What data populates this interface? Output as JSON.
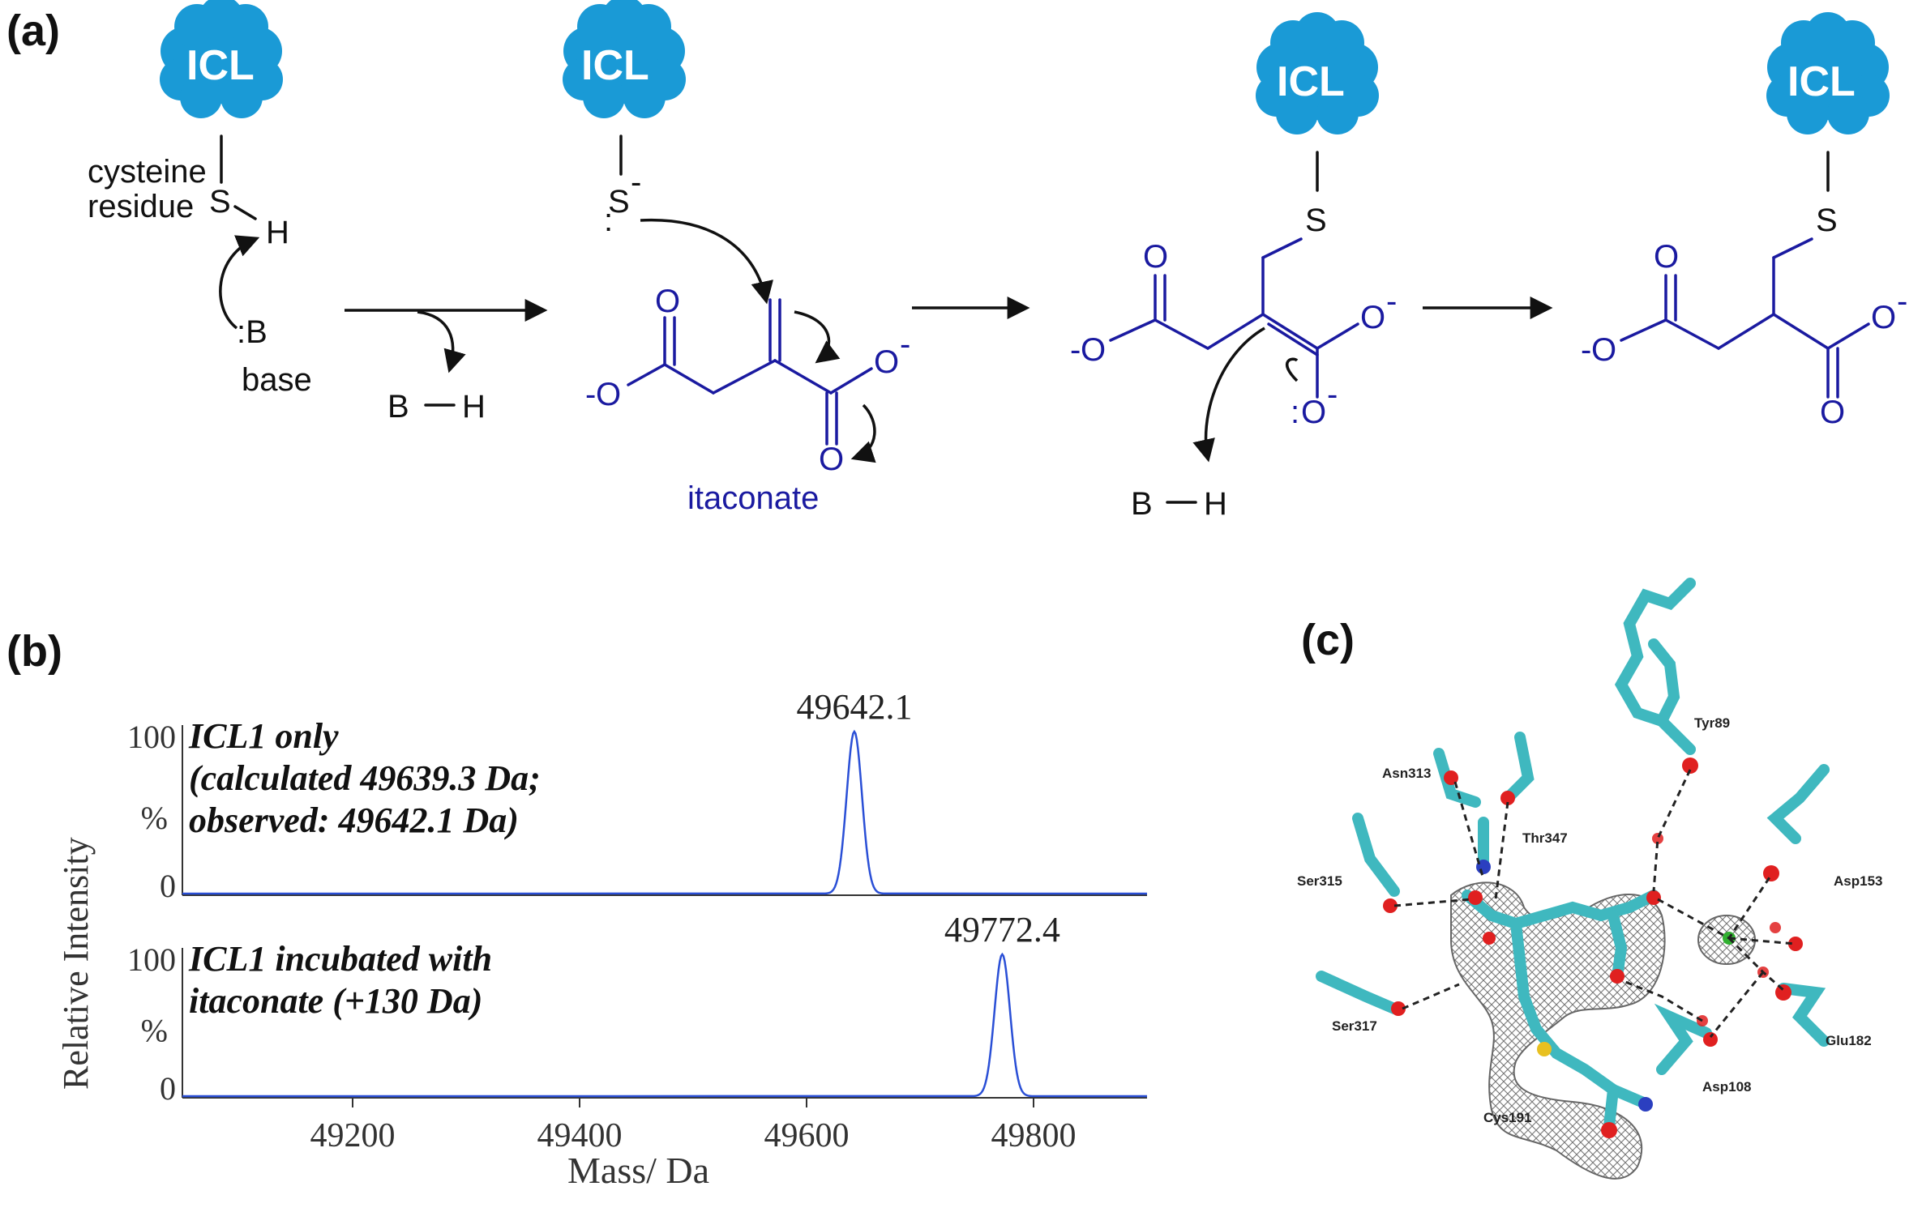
{
  "panels": {
    "a": "(a)",
    "b": "(b)",
    "c": "(c)"
  },
  "scheme": {
    "enzyme": "ICL",
    "cysteine_label_1": "cysteine",
    "cysteine_label_2": "residue",
    "base_label": "base",
    "base_symbol": ":B",
    "bh": "B",
    "h": "H",
    "s": "S",
    "o": "O",
    "neg": "-",
    "itaconate": "itaconate",
    "lone_pair": ":",
    "colors": {
      "cloud": "#1a9ad6",
      "substrate": "#1a1aa0",
      "text": "#111111"
    }
  },
  "chart_data": [
    {
      "type": "line",
      "xlabel": "Mass/ Da",
      "ylabel": "Relative Intensity",
      "x_ticks": [
        49200,
        49400,
        49600,
        49800
      ],
      "xlim": [
        49050,
        49900
      ],
      "series": [
        {
          "annotation_1": "ICL1 only",
          "annotation_2": "(calculated 49639.3 Da;",
          "annotation_3": "observed: 49642.1 Da)",
          "peak_label": "49642.1",
          "peak_x": 49642.1,
          "peak_y": 100,
          "y_ticks": [
            "100",
            "%",
            "0"
          ]
        },
        {
          "annotation_1": "ICL1 incubated with",
          "annotation_2": "itaconate (+130 Da)",
          "peak_label": "49772.4",
          "peak_x": 49772.4,
          "peak_y": 100,
          "y_ticks": [
            "100",
            "%",
            "0"
          ]
        }
      ],
      "color": "#2a4fd6"
    }
  ],
  "structure": {
    "residues": [
      "Tyr89",
      "Asn313",
      "Thr347",
      "Asp153",
      "Ser315",
      "Ser317",
      "Glu182",
      "Asp108",
      "Cys191"
    ],
    "colors": {
      "carbon": "#3fb8bf",
      "oxygen": "#e02020",
      "nitrogen": "#2b3fc0",
      "sulfur": "#e8c020",
      "metal": "#30b030"
    }
  }
}
